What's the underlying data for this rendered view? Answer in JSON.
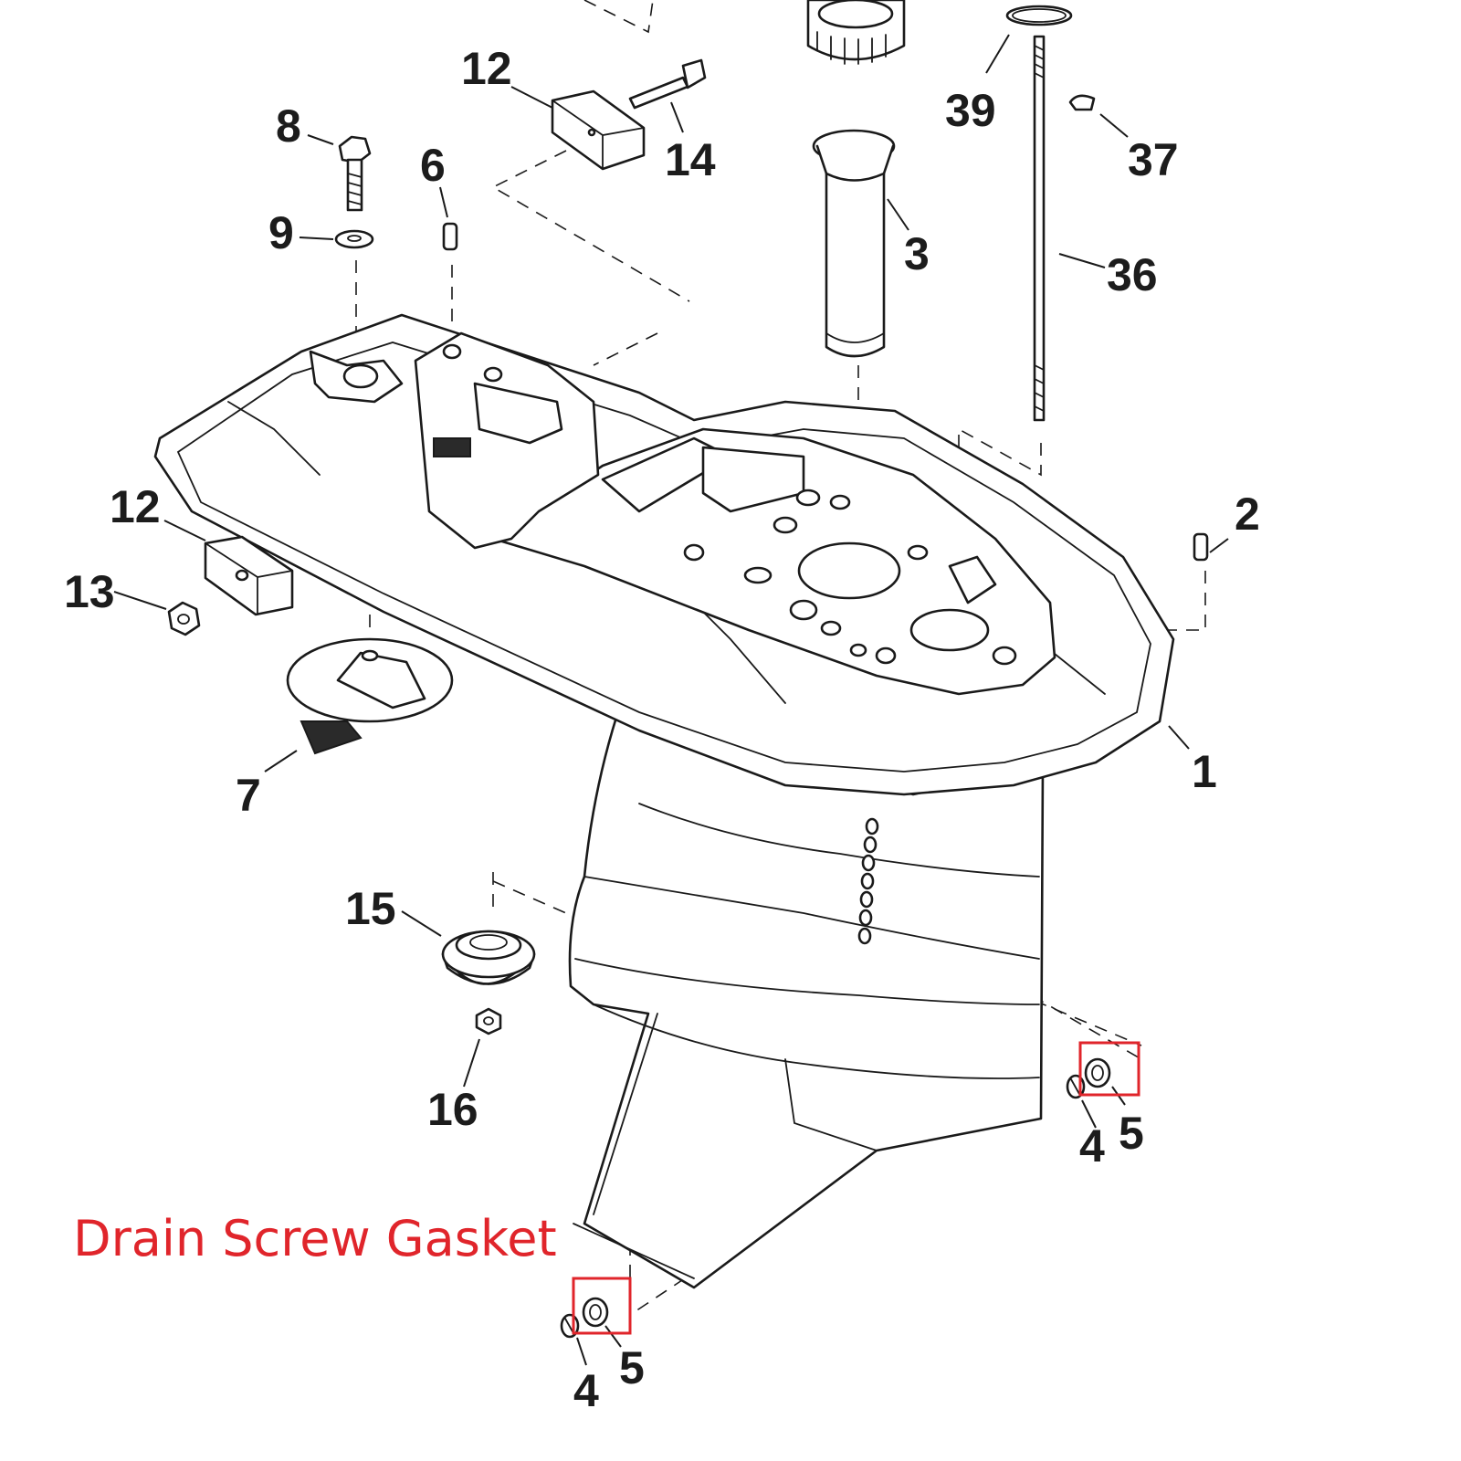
{
  "caption": "Drain Screw Gasket",
  "highlight_color": "#e0252b",
  "callouts": [
    {
      "id": "c12a",
      "label": "12"
    },
    {
      "id": "c14",
      "label": "14"
    },
    {
      "id": "c8",
      "label": "8"
    },
    {
      "id": "c6",
      "label": "6"
    },
    {
      "id": "c9",
      "label": "9"
    },
    {
      "id": "c39",
      "label": "39"
    },
    {
      "id": "c37",
      "label": "37"
    },
    {
      "id": "c3",
      "label": "3"
    },
    {
      "id": "c36",
      "label": "36"
    },
    {
      "id": "c12b",
      "label": "12"
    },
    {
      "id": "c13",
      "label": "13"
    },
    {
      "id": "c2",
      "label": "2"
    },
    {
      "id": "c7",
      "label": "7"
    },
    {
      "id": "c1",
      "label": "1"
    },
    {
      "id": "c15",
      "label": "15"
    },
    {
      "id": "c16",
      "label": "16"
    },
    {
      "id": "c4a",
      "label": "4"
    },
    {
      "id": "c5a",
      "label": "5"
    },
    {
      "id": "c4b",
      "label": "4"
    },
    {
      "id": "c5b",
      "label": "5"
    }
  ]
}
